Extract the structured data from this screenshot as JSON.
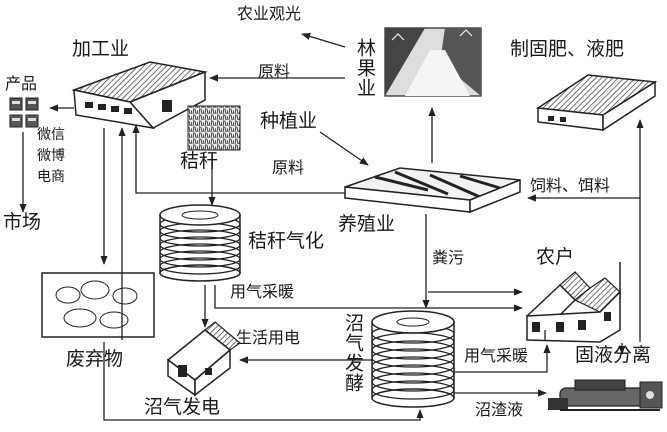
{
  "nodes": {
    "agri_tour": "农业观光",
    "processing": "加工业",
    "products": "产品",
    "wechat": "微信",
    "weibo": "微博",
    "ecommerce": "电商",
    "market": "市场",
    "straw": "秸秆",
    "straw_gas": "秸秆气化",
    "waste": "废弃物",
    "biogas_power": "沼气发电",
    "planting": "种植业",
    "forest_fruit": "林果业",
    "livestock": "养殖业",
    "fertilizer": "制固肥、液肥",
    "biogas_ferment": "沼气发酵",
    "farmers": "农户",
    "separation": "固液分离"
  },
  "edges": {
    "raw_material_1": "原料",
    "raw_material_2": "原料",
    "feed": "饲料、饵料",
    "manure": "粪污",
    "gas_heating_1": "用气采暖",
    "gas_heating_2": "用气采暖",
    "domestic_power": "生活用电",
    "slurry": "沼渣液"
  }
}
